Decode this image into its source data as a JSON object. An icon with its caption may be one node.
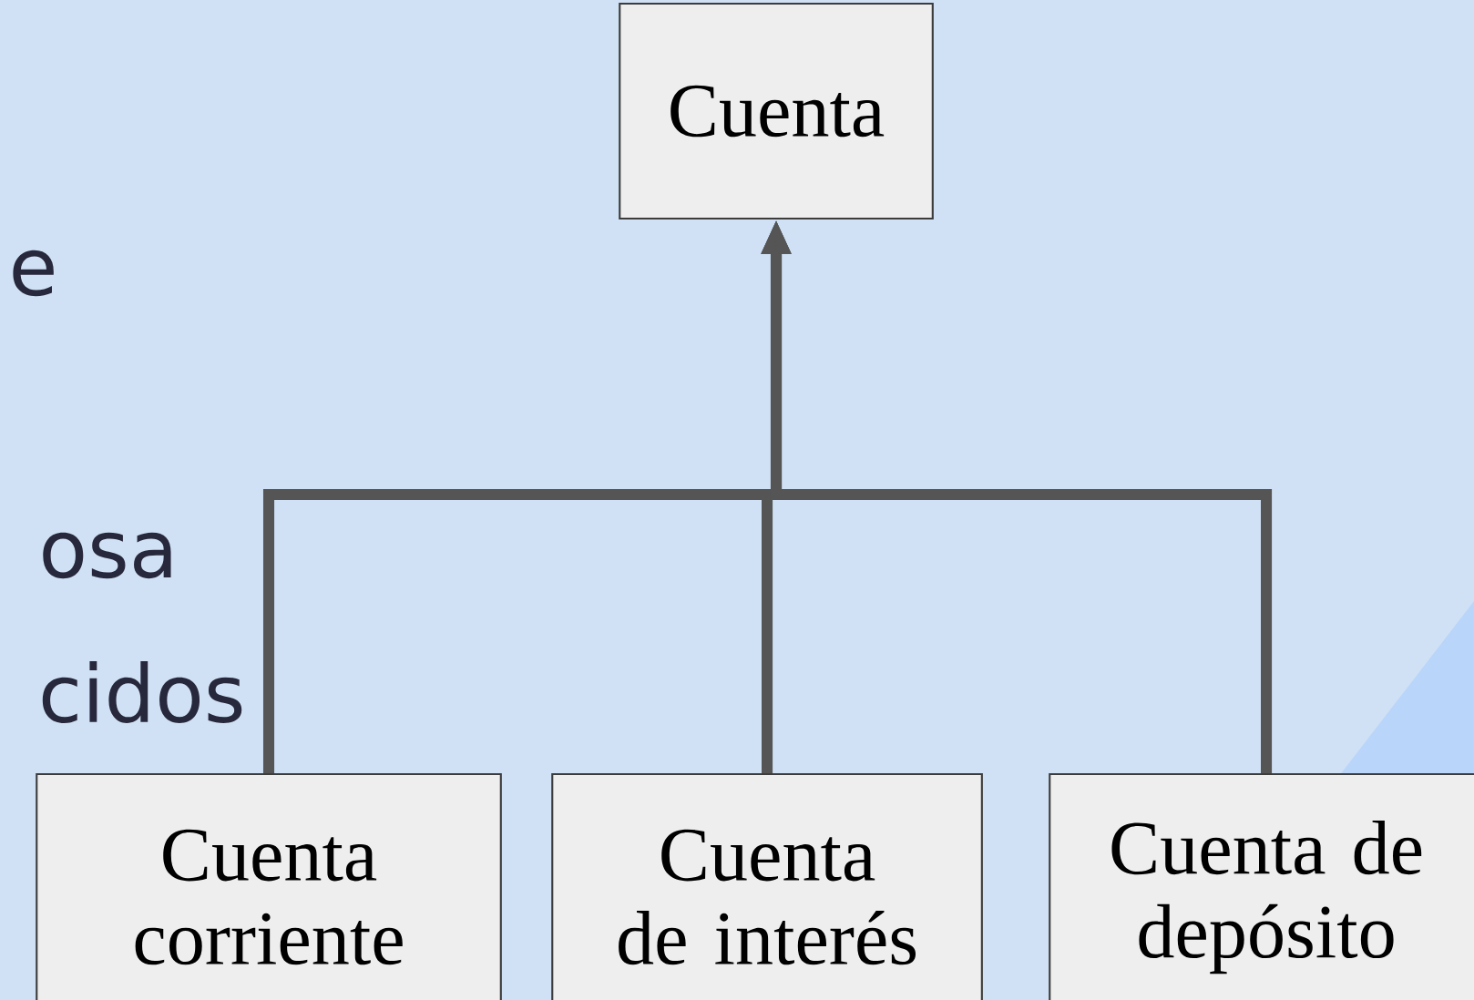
{
  "diagram": {
    "nodes": [
      {
        "text": [
          "Cuenta"
        ]
      },
      {
        "text": [
          "Cuenta corriente"
        ]
      },
      {
        "text": [
          "Cuenta de interés"
        ]
      },
      {
        "text": [
          "Cuenta de depósito"
        ]
      }
    ],
    "edges": [
      {
        "from": 1,
        "to": 0,
        "arrow": "to"
      },
      {
        "from": 2,
        "to": 0,
        "arrow": "to"
      },
      {
        "from": 3,
        "to": 0,
        "arrow": "to"
      }
    ],
    "labels": [
      "e",
      "osa",
      "cidos"
    ]
  }
}
